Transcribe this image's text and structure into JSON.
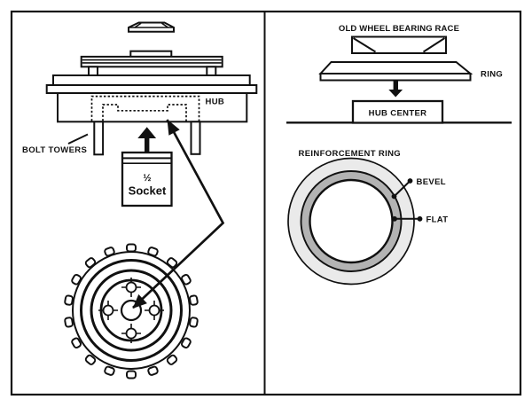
{
  "panels": {
    "left": {
      "hub_label": "HUB",
      "bolt_towers_label": "BOLT TOWERS",
      "socket_fraction_label": "½",
      "socket_label": "Socket"
    },
    "right": {
      "old_wheel_bearing_race_label": "OLD WHEEL BEARING RACE",
      "ring_label": "RING",
      "hub_center_label": "HUB CENTER",
      "reinforcement_ring_label": "REINFORCEMENT RING",
      "bevel_label": "BEVEL",
      "flat_label": "FLAT"
    }
  },
  "colors": {
    "line": "#111111",
    "background": "#ffffff",
    "ring_outer_fill": "#eaeaea",
    "ring_bevel_fill": "#b3b3b3"
  }
}
